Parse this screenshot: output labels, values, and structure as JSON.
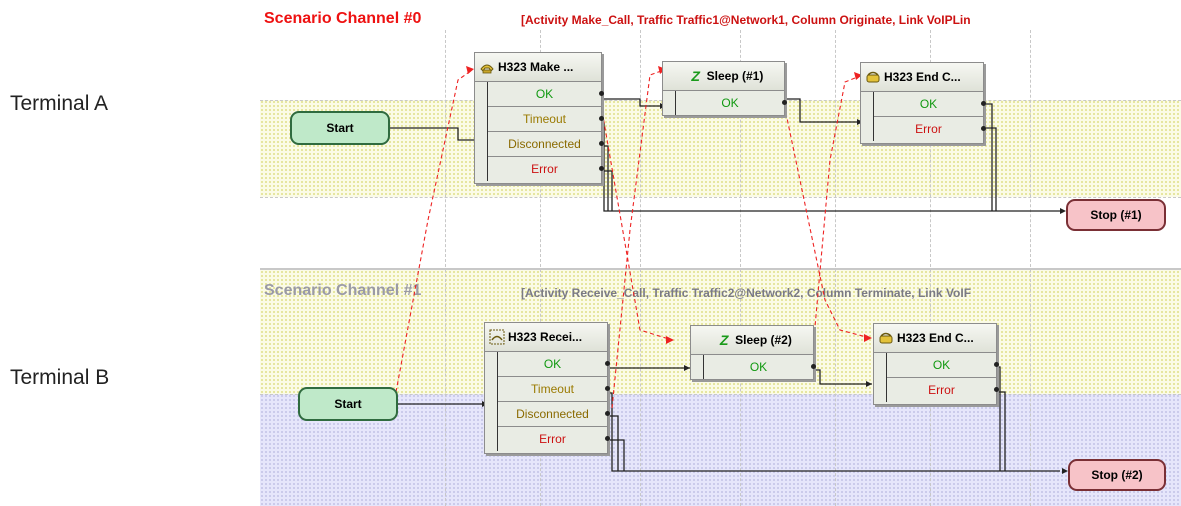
{
  "terminals": {
    "a": "Terminal A",
    "b": "Terminal B"
  },
  "channel0": {
    "title": "Scenario Channel #0",
    "subtitle": "[Activity Make_Call, Traffic Traffic1@Network1, Column Originate, Link VoIPLin",
    "start": "Start",
    "stop": "Stop (#1)",
    "make_call": {
      "title": "H323 Make ...",
      "ports": [
        "OK",
        "Timeout",
        "Disconnected",
        "Error"
      ]
    },
    "sleep": {
      "title": "Sleep (#1)",
      "ports": [
        "OK"
      ]
    },
    "end_call": {
      "title": "H323 End C...",
      "ports": [
        "OK",
        "Error"
      ]
    }
  },
  "channel1": {
    "title": "Scenario Channel #1",
    "subtitle": "[Activity Receive_Call, Traffic Traffic2@Network2, Column Terminate, Link VoIF",
    "start": "Start",
    "stop": "Stop (#2)",
    "receive_call": {
      "title": "H323 Recei...",
      "ports": [
        "OK",
        "Timeout",
        "Disconnected",
        "Error"
      ]
    },
    "sleep": {
      "title": "Sleep (#2)",
      "ports": [
        "OK"
      ]
    },
    "end_call": {
      "title": "H323 End C...",
      "ports": [
        "OK",
        "Error"
      ]
    }
  },
  "colors": {
    "ok": "#119911",
    "timeout": "#9a7a00",
    "disconnected": "#8a6a00",
    "error": "#cc1111",
    "channel0_title": "#ee1111",
    "channel0_subtitle": "#cc1111",
    "channel1_title": "#9a9aa6",
    "channel1_subtitle": "#7a7a86",
    "sync_line": "#ee2222"
  },
  "icons": [
    "phone-icon",
    "sleep-z-icon",
    "phone-hangup-icon",
    "phone-receive-icon"
  ]
}
